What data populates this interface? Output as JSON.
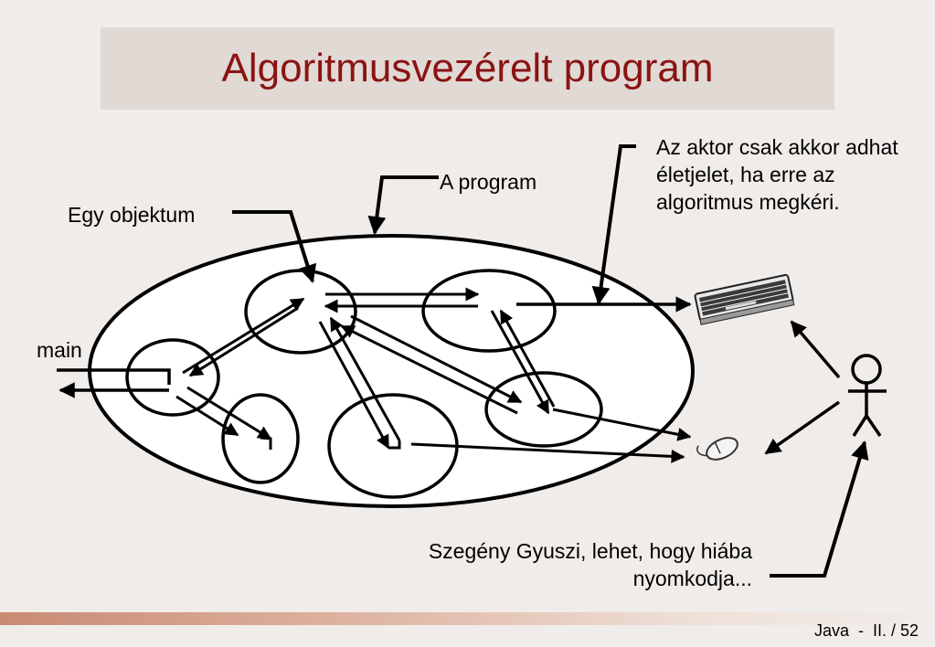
{
  "slide": {
    "title": "Algoritmusvezérelt program",
    "footer": "Java  -  II. / 52"
  },
  "labels": {
    "program": "A program",
    "object": "Egy objektum",
    "main": "main",
    "actor_note": "Az aktor csak akkor adhat életjelet, ha erre az algoritmus megkéri.",
    "gyuszi_note": "Szegény Gyuszi, lehet, hogy hiába nyomkodja..."
  },
  "icons": {
    "keyboard": "keyboard-icon",
    "mouse": "mouse-icon",
    "actor": "stick-figure-actor-icon"
  },
  "colors": {
    "title": "#8b1313",
    "title_box": "#e1d9d4",
    "background": "#f0ece9"
  }
}
